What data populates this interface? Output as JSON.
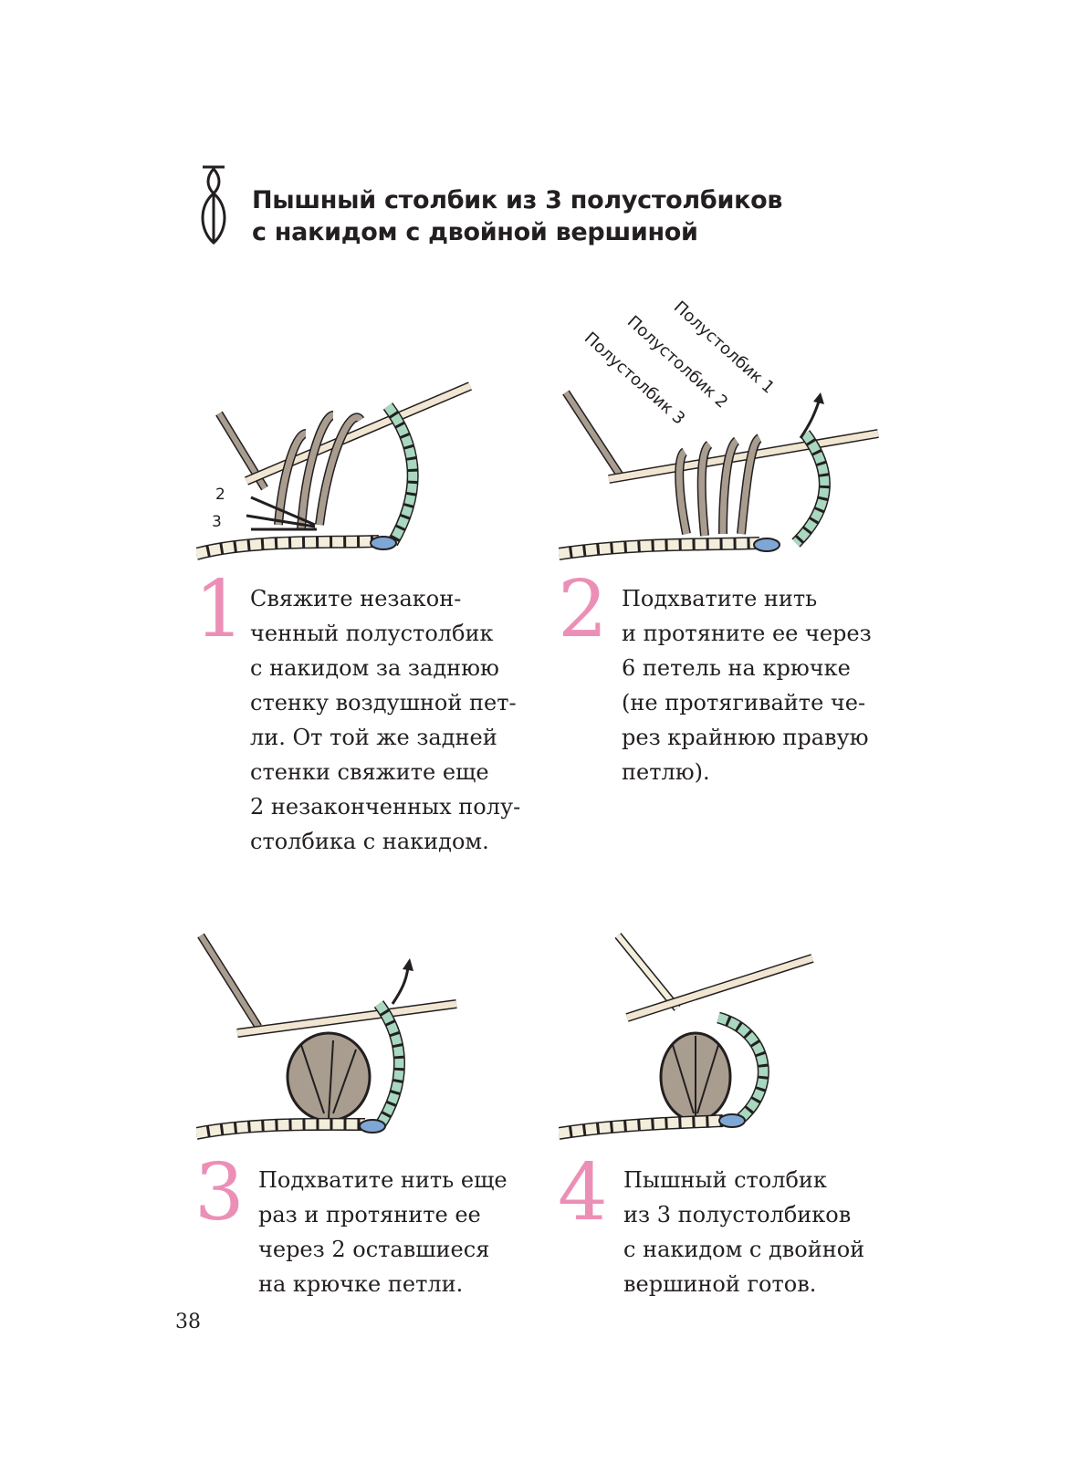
{
  "title": {
    "lines": [
      "Пышный столбик из 3 полустолбиков",
      "с накидом с двойной вершиной"
    ],
    "symbol_icon": "puff-stitch-symbol-icon"
  },
  "steps": [
    {
      "number": "1",
      "lines": [
        "Свяжите незакон-",
        "ченный полустолбик",
        "с накидом за заднюю",
        "стенку воздушной пет-",
        "ли. От той же задней",
        "стенки свяжите еще",
        "2 незаконченных полу-",
        "столбика с накидом."
      ],
      "illustration_labels": [
        "2",
        "3"
      ]
    },
    {
      "number": "2",
      "lines": [
        "Подхватите нить",
        "и протяните ее через",
        "6 петель на крючке",
        "(не протягивайте че-",
        "рез крайнюю правую",
        "петлю)."
      ],
      "illustration_labels": [
        "Полустолбик 1",
        "Полустолбик 2",
        "Полустолбик 3"
      ]
    },
    {
      "number": "3",
      "lines": [
        "Подхватите нить еще",
        "раз и протяните ее",
        "через 2 оставшиеся",
        "на крючке петли."
      ]
    },
    {
      "number": "4",
      "lines": [
        "Пышный столбик",
        "из 3 полустолбиков",
        "с накидом с двойной",
        "вершиной готов."
      ]
    }
  ],
  "page_number": "38",
  "colors": {
    "accent_pink": "#ec8fb6",
    "yarn_taupe": "#a99d8f",
    "chain_cream": "#f3eedb",
    "chain_green": "#a8d8c0",
    "chain_blue": "#7fa7d6",
    "hook": "#f0e6d2"
  }
}
